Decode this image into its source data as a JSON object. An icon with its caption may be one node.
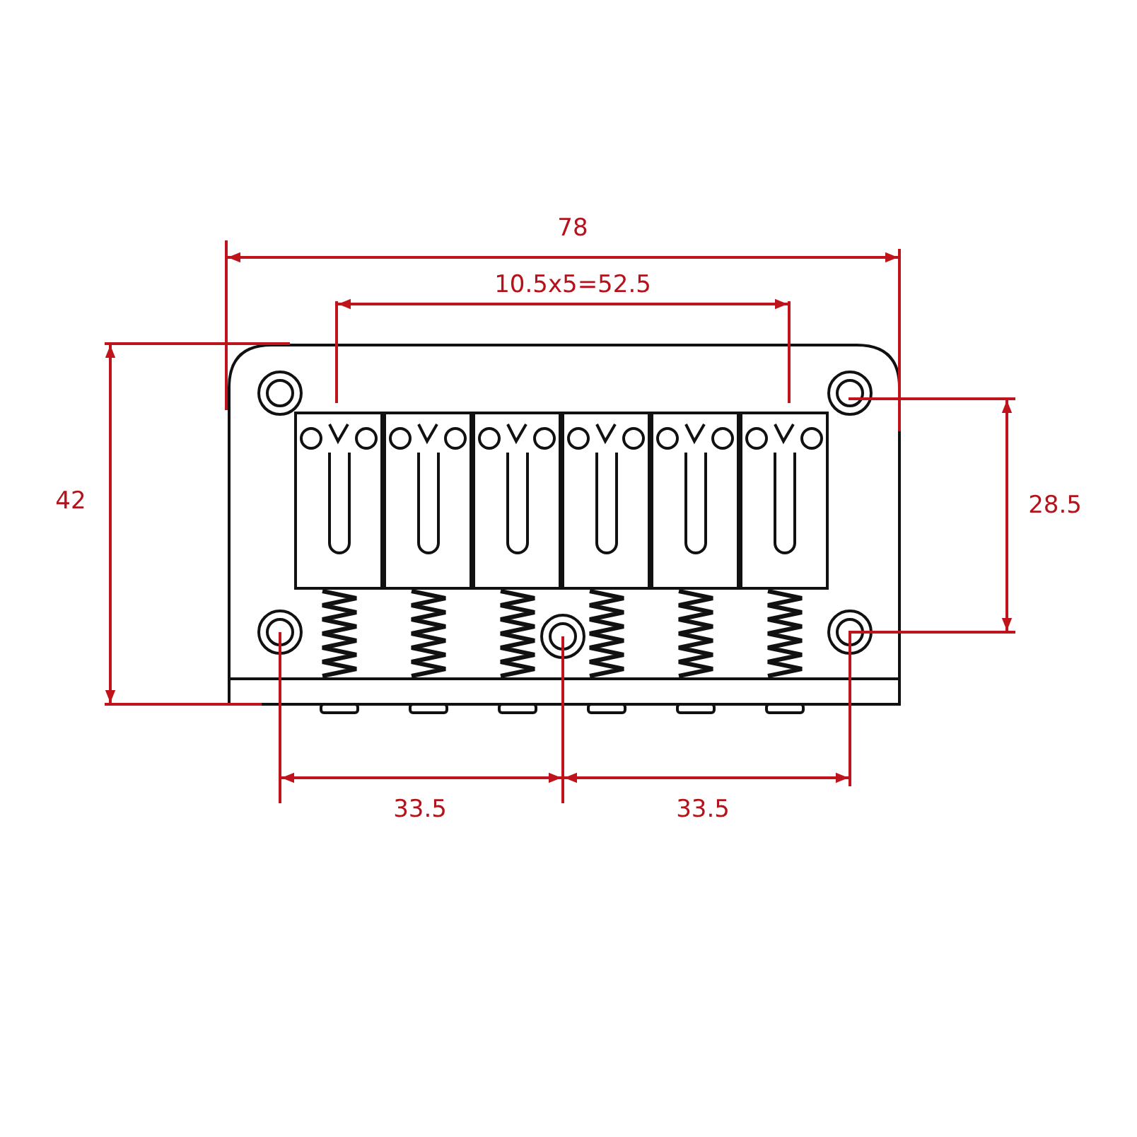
{
  "diagram": {
    "labels": [
      "78",
      "10.5x5=52.5",
      "42",
      "28.5",
      "33.5",
      "33.5"
    ]
  }
}
